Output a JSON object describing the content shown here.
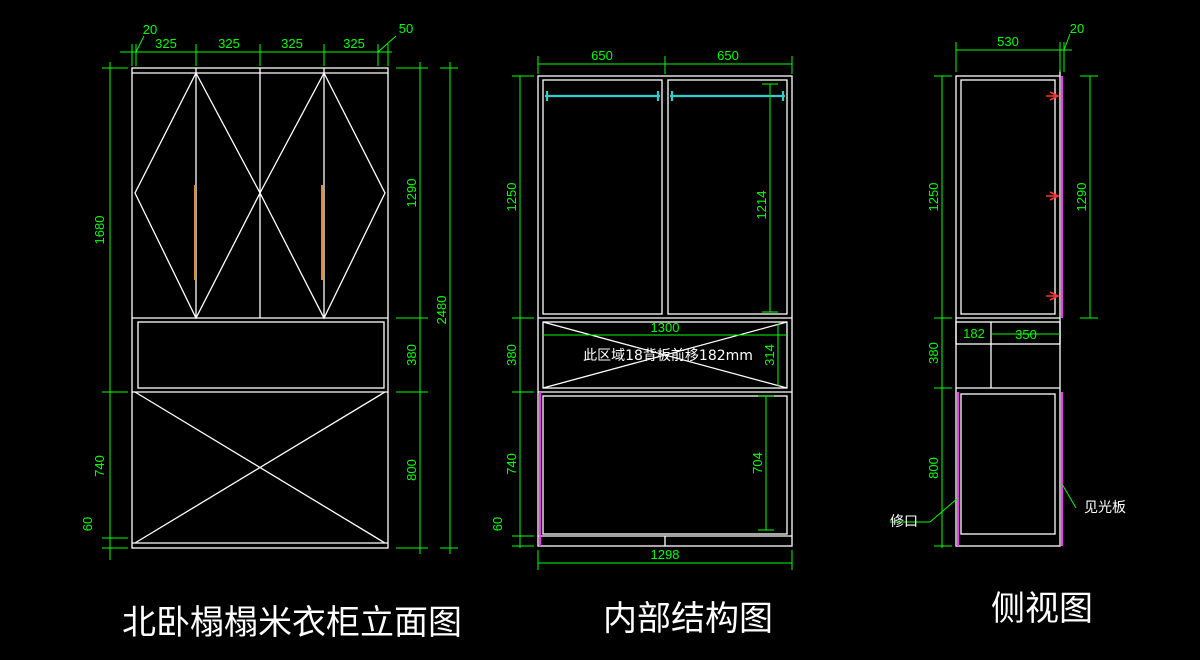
{
  "titles": {
    "front": "北卧榻榻米衣柜立面图",
    "internal": "内部结构图",
    "side": "侧视图"
  },
  "front_dims": {
    "top": [
      "20",
      "325",
      "325",
      "325",
      "325",
      "50"
    ],
    "left": [
      "1680",
      "740",
      "60"
    ],
    "right_inner": [
      "1290",
      "380",
      "800"
    ],
    "right_total": "2480"
  },
  "internal_dims": {
    "top": [
      "650",
      "650"
    ],
    "left": [
      "1250",
      "380",
      "740",
      "60"
    ],
    "inner": [
      "1214",
      "314",
      "704"
    ],
    "middle_width": "1300",
    "bottom_width": "1298",
    "note": "此区域18背板前移182mm"
  },
  "side_dims": {
    "top": [
      "530",
      "20"
    ],
    "left": [
      "1250",
      "380",
      "800"
    ],
    "right": "1290",
    "middle": [
      "182",
      "350"
    ],
    "label_left": "修口",
    "label_right": "见光板"
  },
  "colors": {
    "background": "#000000",
    "line": "#ffffff",
    "dimension": "#00ff00",
    "handle": "#e08a3c",
    "rail": "#33cccc",
    "edge": "#ff33ff",
    "hinge": "#ff3333"
  }
}
